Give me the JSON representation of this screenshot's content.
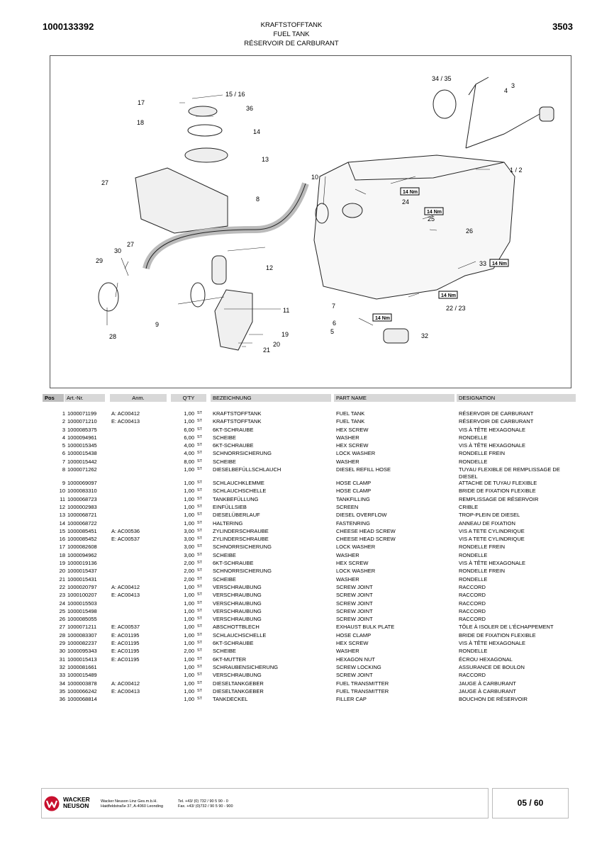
{
  "header": {
    "doc_number": "1000133392",
    "group_number": "3503",
    "title_de": "KRAFTSTOFFTANK",
    "title_en": "FUEL TANK",
    "title_fr": "RÉSERVOIR DE CARBURANT"
  },
  "drawing": {
    "callouts": [
      "1 / 2",
      "3",
      "4",
      "5",
      "6",
      "7",
      "8",
      "9",
      "10",
      "11",
      "12",
      "13",
      "14",
      "15 / 16",
      "17",
      "18",
      "19",
      "20",
      "21",
      "22 / 23",
      "24",
      "25",
      "26",
      "27",
      "27",
      "28",
      "29",
      "30",
      "32",
      "33",
      "34 / 35",
      "36"
    ],
    "torque_tags": [
      "14 Nm",
      "14 Nm",
      "14 Nm",
      "14 Nm",
      "14 Nm"
    ]
  },
  "table": {
    "columns": [
      "Pos",
      "Art.-Nr.",
      "Anm.",
      "Q'TY",
      "BEZEICHNUNG",
      "PART NAME",
      "DESIGNATION"
    ],
    "unit": "ST",
    "rows": [
      {
        "pos": "1",
        "art": "1000071199",
        "anm": "A: AC00412",
        "qty": "1,00",
        "de": "KRAFTSTOFFTANK",
        "en": "FUEL TANK",
        "fr": "RÉSERVOIR DE CARBURANT"
      },
      {
        "pos": "2",
        "art": "1000071210",
        "anm": "E: AC00413",
        "qty": "1,00",
        "de": "KRAFTSTOFFTANK",
        "en": "FUEL TANK",
        "fr": "RÉSERVOIR DE CARBURANT"
      },
      {
        "pos": "3",
        "art": "1000085375",
        "anm": "",
        "qty": "6,00",
        "de": "6KT-SCHRAUBE",
        "en": "HEX SCREW",
        "fr": "VIS À TÊTE HEXAGONALE"
      },
      {
        "pos": "4",
        "art": "1000094961",
        "anm": "",
        "qty": "6,00",
        "de": "SCHEIBE",
        "en": "WASHER",
        "fr": "RONDELLE"
      },
      {
        "pos": "5",
        "art": "1000015345",
        "anm": "",
        "qty": "4,00",
        "de": "6KT-SCHRAUBE",
        "en": "HEX SCREW",
        "fr": "VIS À TÊTE HEXAGONALE"
      },
      {
        "pos": "6",
        "art": "1000015438",
        "anm": "",
        "qty": "4,00",
        "de": "SCHNORRSICHERUNG",
        "en": "LOCK WASHER",
        "fr": "RONDELLE FREIN"
      },
      {
        "pos": "7",
        "art": "1000015442",
        "anm": "",
        "qty": "8,00",
        "de": "SCHEIBE",
        "en": "WASHER",
        "fr": "RONDELLE"
      },
      {
        "pos": "8",
        "art": "1000071262",
        "anm": "",
        "qty": "1,00",
        "de": "DIESELBEFÜLLSCHLAUCH",
        "en": "DIESEL REFILL HOSE",
        "fr": "TUYAU FLEXIBLE DE REMPLISSAGE DE DIESEL",
        "tall": true
      },
      {
        "pos": "9",
        "art": "1000069097",
        "anm": "",
        "qty": "1,00",
        "de": "SCHLAUCHKLEMME",
        "en": "HOSE CLAMP",
        "fr": "ATTACHE  DE TUYAU FLEXIBLE"
      },
      {
        "pos": "10",
        "art": "1000083310",
        "anm": "",
        "qty": "1,00",
        "de": "SCHLAUCHSCHELLE",
        "en": "HOSE CLAMP",
        "fr": "BRIDE DE FIXATION FLEXIBLE"
      },
      {
        "pos": "11",
        "art": "1000068723",
        "anm": "",
        "qty": "1,00",
        "de": "TANKBEFÜLLUNG",
        "en": "TANKFILLING",
        "fr": "REMPLISSAGE DE RÉSERVOIR"
      },
      {
        "pos": "12",
        "art": "1000002983",
        "anm": "",
        "qty": "1,00",
        "de": "EINFÜLLSIEB",
        "en": "SCREEN",
        "fr": "CRIBLE"
      },
      {
        "pos": "13",
        "art": "1000068721",
        "anm": "",
        "qty": "1,00",
        "de": "DIESELÜBERLAUF",
        "en": "DIESEL OVERFLOW",
        "fr": "TROP-PLEIN DE DIESEL"
      },
      {
        "pos": "14",
        "art": "1000068722",
        "anm": "",
        "qty": "1,00",
        "de": "HALTERING",
        "en": "FASTENRING",
        "fr": "ANNEAU DE FIXATION"
      },
      {
        "pos": "15",
        "art": "1000085451",
        "anm": "A: AC00536",
        "qty": "3,00",
        "de": "ZYLINDERSCHRAUBE",
        "en": "CHEESE HEAD SCREW",
        "fr": "VIS A TETE CYLINDRIQUE"
      },
      {
        "pos": "16",
        "art": "1000085452",
        "anm": "E: AC00537",
        "qty": "3,00",
        "de": "ZYLINDERSCHRAUBE",
        "en": "CHEESE HEAD SCREW",
        "fr": "VIS A TETE CYLINDRIQUE"
      },
      {
        "pos": "17",
        "art": "1000082608",
        "anm": "",
        "qty": "3,00",
        "de": "SCHNORRSICHERUNG",
        "en": "LOCK WASHER",
        "fr": "RONDELLE FREIN"
      },
      {
        "pos": "18",
        "art": "1000094962",
        "anm": "",
        "qty": "3,00",
        "de": "SCHEIBE",
        "en": "WASHER",
        "fr": "RONDELLE"
      },
      {
        "pos": "19",
        "art": "1000019136",
        "anm": "",
        "qty": "2,00",
        "de": "6KT-SCHRAUBE",
        "en": "HEX SCREW",
        "fr": "VIS À TÊTE HEXAGONALE"
      },
      {
        "pos": "20",
        "art": "1000015437",
        "anm": "",
        "qty": "2,00",
        "de": "SCHNORRSICHERUNG",
        "en": "LOCK WASHER",
        "fr": "RONDELLE FREIN"
      },
      {
        "pos": "21",
        "art": "1000015431",
        "anm": "",
        "qty": "2,00",
        "de": "SCHEIBE",
        "en": "WASHER",
        "fr": "RONDELLE"
      },
      {
        "pos": "22",
        "art": "1000020797",
        "anm": "A: AC00412",
        "qty": "1,00",
        "de": "VERSCHRAUBUNG",
        "en": "SCREW JOINT",
        "fr": "RACCORD"
      },
      {
        "pos": "23",
        "art": "1000100207",
        "anm": "E: AC00413",
        "qty": "1,00",
        "de": "VERSCHRAUBUNG",
        "en": "SCREW JOINT",
        "fr": "RACCORD"
      },
      {
        "pos": "24",
        "art": "1000015503",
        "anm": "",
        "qty": "1,00",
        "de": "VERSCHRAUBUNG",
        "en": "SCREW JOINT",
        "fr": "RACCORD"
      },
      {
        "pos": "25",
        "art": "1000015498",
        "anm": "",
        "qty": "1,00",
        "de": "VERSCHRAUBUNG",
        "en": "SCREW JOINT",
        "fr": "RACCORD"
      },
      {
        "pos": "26",
        "art": "1000085055",
        "anm": "",
        "qty": "1,00",
        "de": "VERSCHRAUBUNG",
        "en": "SCREW JOINT",
        "fr": "RACCORD"
      },
      {
        "pos": "27",
        "art": "1000071211",
        "anm": "E: AC00537",
        "qty": "1,00",
        "de": "ABSCHOTTBLECH",
        "en": "EXHAUST BULK PLATE",
        "fr": "TÔLE À ISOLER DE L'ÉCHAPPEMENT"
      },
      {
        "pos": "28",
        "art": "1000083307",
        "anm": "E: AC01195",
        "qty": "1,00",
        "de": "SCHLAUCHSCHELLE",
        "en": "HOSE CLAMP",
        "fr": "BRIDE DE FIXATION FLEXIBLE"
      },
      {
        "pos": "29",
        "art": "1000082237",
        "anm": "E: AC01195",
        "qty": "1,00",
        "de": "6KT-SCHRAUBE",
        "en": "HEX SCREW",
        "fr": "VIS À TÊTE HEXAGONALE"
      },
      {
        "pos": "30",
        "art": "1000095343",
        "anm": "E: AC01195",
        "qty": "2,00",
        "de": "SCHEIBE",
        "en": "WASHER",
        "fr": "RONDELLE"
      },
      {
        "pos": "31",
        "art": "1000015413",
        "anm": "E: AC01195",
        "qty": "1,00",
        "de": "6KT-MUTTER",
        "en": "HEXAGON NUT",
        "fr": "ÉCROU HEXAGONAL"
      },
      {
        "pos": "32",
        "art": "1000081661",
        "anm": "",
        "qty": "1,00",
        "de": "SCHRAUBENSICHERUNG",
        "en": "SCREW LOCKING",
        "fr": "ASSURANCE DE BOULON"
      },
      {
        "pos": "33",
        "art": "1000015489",
        "anm": "",
        "qty": "1,00",
        "de": "VERSCHRAUBUNG",
        "en": "SCREW JOINT",
        "fr": "RACCORD"
      },
      {
        "pos": "34",
        "art": "1000003878",
        "anm": "A: AC00412",
        "qty": "1,00",
        "de": "DIESELTANKGEBER",
        "en": "FUEL TRANSMITTER",
        "fr": "JAUGE À CARBURANT"
      },
      {
        "pos": "35",
        "art": "1000066242",
        "anm": "E: AC00413",
        "qty": "1,00",
        "de": "DIESELTANKGEBER",
        "en": "FUEL TRANSMITTER",
        "fr": "JAUGE À CARBURANT"
      },
      {
        "pos": "36",
        "art": "1000068814",
        "anm": "",
        "qty": "1,00",
        "de": "TANKDECKEL",
        "en": "FILLER CAP",
        "fr": "BOUCHON DE RÉSERVOIR"
      }
    ]
  },
  "footer": {
    "brand_line1": "WACKER",
    "brand_line2": "NEUSON",
    "company_line1": "Wacker Neuson Linz  Ges.m.b.H.",
    "company_line2": "Haidfeldstraße 37, A-4060 Leonding",
    "phone": "Tel. +43/ (0) 732 / 90 5 90 - 0",
    "fax": "Fax. +43/ (0)732 / 90 5 90 - 900",
    "page": "05 / 60",
    "logo_icon": "wacker-neuson-w-logo",
    "brand_color": "#c8102e"
  }
}
